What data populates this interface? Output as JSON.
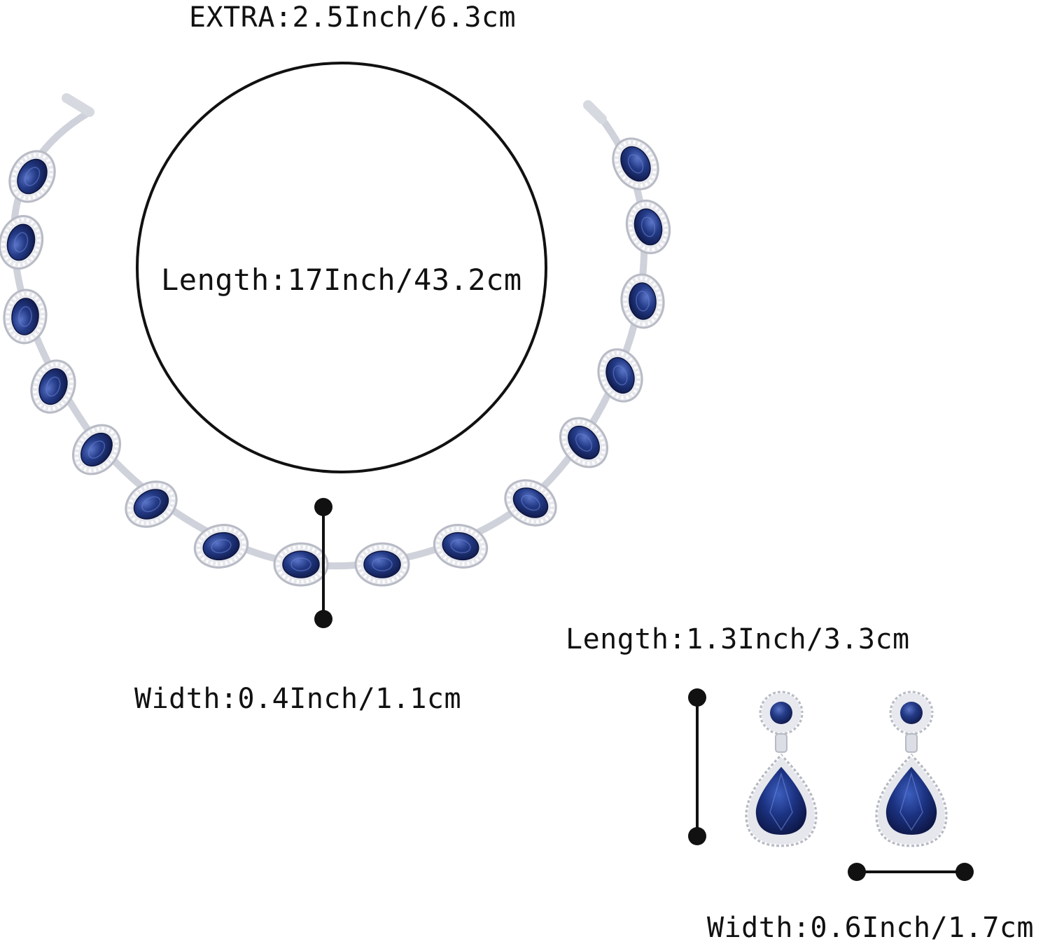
{
  "labels": {
    "extra": "EXTRA:2.5Inch/6.3cm",
    "necklace_length": "Length:17Inch/43.2cm",
    "necklace_width": "Width:0.4Inch/1.1cm",
    "earring_length": "Length:1.3Inch/3.3cm",
    "earring_width": "Width:0.6Inch/1.7cm"
  },
  "colors": {
    "background": "#ffffff",
    "line": "#111111",
    "sapphire": "#1f2f73",
    "sapphire_light": "#4a63b5",
    "setting": "#e6e7ec",
    "halo": "#bfc2cc"
  }
}
